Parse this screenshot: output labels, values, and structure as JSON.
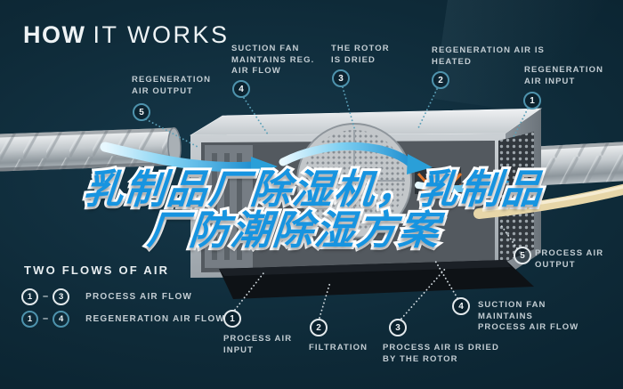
{
  "title": {
    "word_bold": "HOW",
    "word_light": "IT WORKS"
  },
  "overlay_title": {
    "line1": "乳制品厂除湿机，乳制品",
    "line2": "厂防潮除湿方案",
    "text_color": "#1794e0",
    "outline_color": "#ffffff"
  },
  "regeneration_steps": [
    {
      "num": "1",
      "label": "REGENERATION AIR INPUT"
    },
    {
      "num": "2",
      "label": "REGENERATION AIR IS HEATED"
    },
    {
      "num": "3",
      "label": "THE ROTOR IS DRIED"
    },
    {
      "num": "4",
      "label": "SUCTION FAN MAINTAINS REG. AIR FLOW"
    },
    {
      "num": "5",
      "label": "REGENERATION AIR OUTPUT"
    }
  ],
  "process_steps": [
    {
      "num": "1",
      "label": "PROCESS AIR INPUT"
    },
    {
      "num": "2",
      "label": "FILTRATION"
    },
    {
      "num": "3",
      "label": "PROCESS AIR IS DRIED BY THE ROTOR"
    },
    {
      "num": "4",
      "label": "SUCTION FAN MAINTAINS PROCESS AIR FLOW"
    },
    {
      "num": "5",
      "label": "PROCESS AIR OUTPUT"
    }
  ],
  "legend": {
    "heading": "TWO FLOWS OF AIR",
    "dash": "–",
    "process": {
      "from": "1",
      "to": "3",
      "label": "PROCESS AIR FLOW"
    },
    "regeneration": {
      "from": "1",
      "to": "4",
      "label": "REGENERATION AIR FLOW"
    }
  },
  "colors": {
    "background": "#0e2a38",
    "badge_teal_border": "#4e93ad",
    "badge_white_border": "#e3e9ec",
    "label_text": "#c3cdd3",
    "arrow_blue": "#2a9fd8",
    "heater_orange": "#e0752a",
    "air_stream_tan": "#e7d6a8"
  }
}
